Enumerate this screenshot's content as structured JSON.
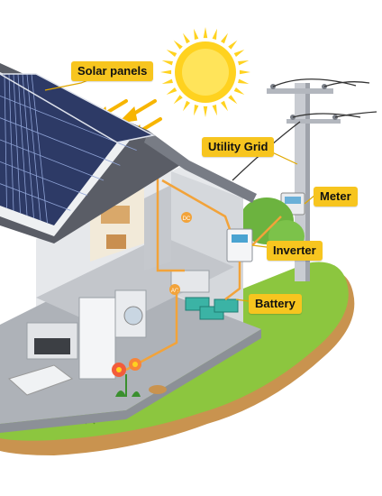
{
  "labels": {
    "solar_panels": "Solar panels",
    "utility_grid": "Utility Grid",
    "meter": "Meter",
    "inverter": "Inverter",
    "battery": "Battery"
  },
  "appliance_tags": {
    "dc": "DC",
    "ac": "AC"
  },
  "colors": {
    "label_bg": "#f7c51f",
    "sun": "#ffd21f",
    "grass": "#8cc63f",
    "soil": "#c9934f",
    "wire": "#f2a33a",
    "roof": "#5a5d66",
    "panel": "#2d3a66"
  }
}
